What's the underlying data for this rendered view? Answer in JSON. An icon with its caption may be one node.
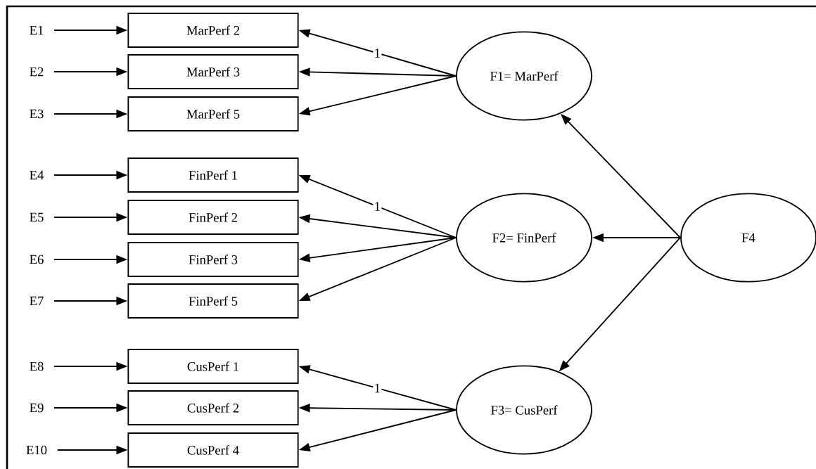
{
  "diagram": {
    "nodes": [
      {
        "text": [
          "E1"
        ]
      },
      {
        "text": [
          "E2"
        ]
      },
      {
        "text": [
          "E3"
        ]
      },
      {
        "text": [
          "E4"
        ]
      },
      {
        "text": [
          "E5"
        ]
      },
      {
        "text": [
          "E6"
        ]
      },
      {
        "text": [
          "E7"
        ]
      },
      {
        "text": [
          "E8"
        ]
      },
      {
        "text": [
          "E9"
        ]
      },
      {
        "text": [
          "E10"
        ]
      },
      {
        "text": [
          "MarPerf 2"
        ]
      },
      {
        "text": [
          "MarPerf 3"
        ]
      },
      {
        "text": [
          "MarPerf 5"
        ]
      },
      {
        "text": [
          "FinPerf 1"
        ]
      },
      {
        "text": [
          "FinPerf 2"
        ]
      },
      {
        "text": [
          "FinPerf 3"
        ]
      },
      {
        "text": [
          "FinPerf 5"
        ]
      },
      {
        "text": [
          "CusPerf 1"
        ]
      },
      {
        "text": [
          "CusPerf 2"
        ]
      },
      {
        "text": [
          "CusPerf 4"
        ]
      },
      {
        "text": [
          "F1= MarPerf"
        ]
      },
      {
        "text": [
          "F2= FinPerf"
        ]
      },
      {
        "text": [
          "F3= CusPerf"
        ]
      },
      {
        "text": [
          "F4"
        ]
      }
    ],
    "edges": [
      {
        "from": 0,
        "to": 10,
        "arrow": "to"
      },
      {
        "from": 1,
        "to": 11,
        "arrow": "to"
      },
      {
        "from": 2,
        "to": 12,
        "arrow": "to"
      },
      {
        "from": 3,
        "to": 13,
        "arrow": "to"
      },
      {
        "from": 4,
        "to": 14,
        "arrow": "to"
      },
      {
        "from": 5,
        "to": 15,
        "arrow": "to"
      },
      {
        "from": 6,
        "to": 16,
        "arrow": "to"
      },
      {
        "from": 7,
        "to": 17,
        "arrow": "to"
      },
      {
        "from": 8,
        "to": 18,
        "arrow": "to"
      },
      {
        "from": 9,
        "to": 19,
        "arrow": "to"
      },
      {
        "from": 20,
        "to": 10,
        "arrow": "to",
        "label": "1"
      },
      {
        "from": 20,
        "to": 11,
        "arrow": "to"
      },
      {
        "from": 20,
        "to": 12,
        "arrow": "to"
      },
      {
        "from": 21,
        "to": 13,
        "arrow": "to",
        "label": "1"
      },
      {
        "from": 21,
        "to": 14,
        "arrow": "to"
      },
      {
        "from": 21,
        "to": 15,
        "arrow": "to"
      },
      {
        "from": 21,
        "to": 16,
        "arrow": "to"
      },
      {
        "from": 22,
        "to": 17,
        "arrow": "to",
        "label": "1"
      },
      {
        "from": 22,
        "to": 18,
        "arrow": "to"
      },
      {
        "from": 22,
        "to": 19,
        "arrow": "to"
      },
      {
        "from": 23,
        "to": 20,
        "arrow": "to"
      },
      {
        "from": 23,
        "to": 21,
        "arrow": "to"
      },
      {
        "from": 23,
        "to": 22,
        "arrow": "to"
      }
    ]
  }
}
